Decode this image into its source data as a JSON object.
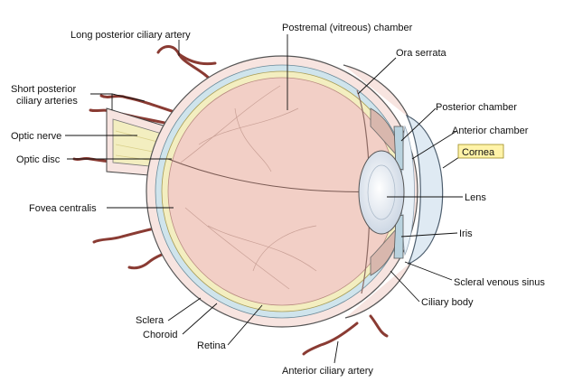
{
  "labels": {
    "long_posterior_ciliary_artery": "Long posterior ciliary artery",
    "postremal_chamber": "Postremal (vitreous) chamber",
    "ora_serrata": "Ora serrata",
    "short_posterior_ciliary_line1": "Short posterior",
    "short_posterior_ciliary_line2": "ciliary arteries",
    "posterior_chamber": "Posterior chamber",
    "anterior_chamber": "Anterior chamber",
    "optic_nerve": "Optic nerve",
    "cornea": "Cornea",
    "optic_disc": "Optic disc",
    "lens": "Lens",
    "fovea_centralis": "Fovea centralis",
    "iris": "Iris",
    "scleral_venous_sinus": "Scleral venous sinus",
    "ciliary_body": "Ciliary body",
    "sclera": "Sclera",
    "choroid": "Choroid",
    "retina": "Retina",
    "anterior_ciliary_artery": "Anterior ciliary artery"
  },
  "colors": {
    "vitreous": "#f2cfc6",
    "sclera": "#f7e4e0",
    "choroid": "#cfe4ec",
    "retina": "#f3eec0",
    "vessel": "#8a3b33",
    "highlight": "#fff3a8",
    "cornea": "#dfeaf3",
    "lens": "#f4f7fb"
  }
}
